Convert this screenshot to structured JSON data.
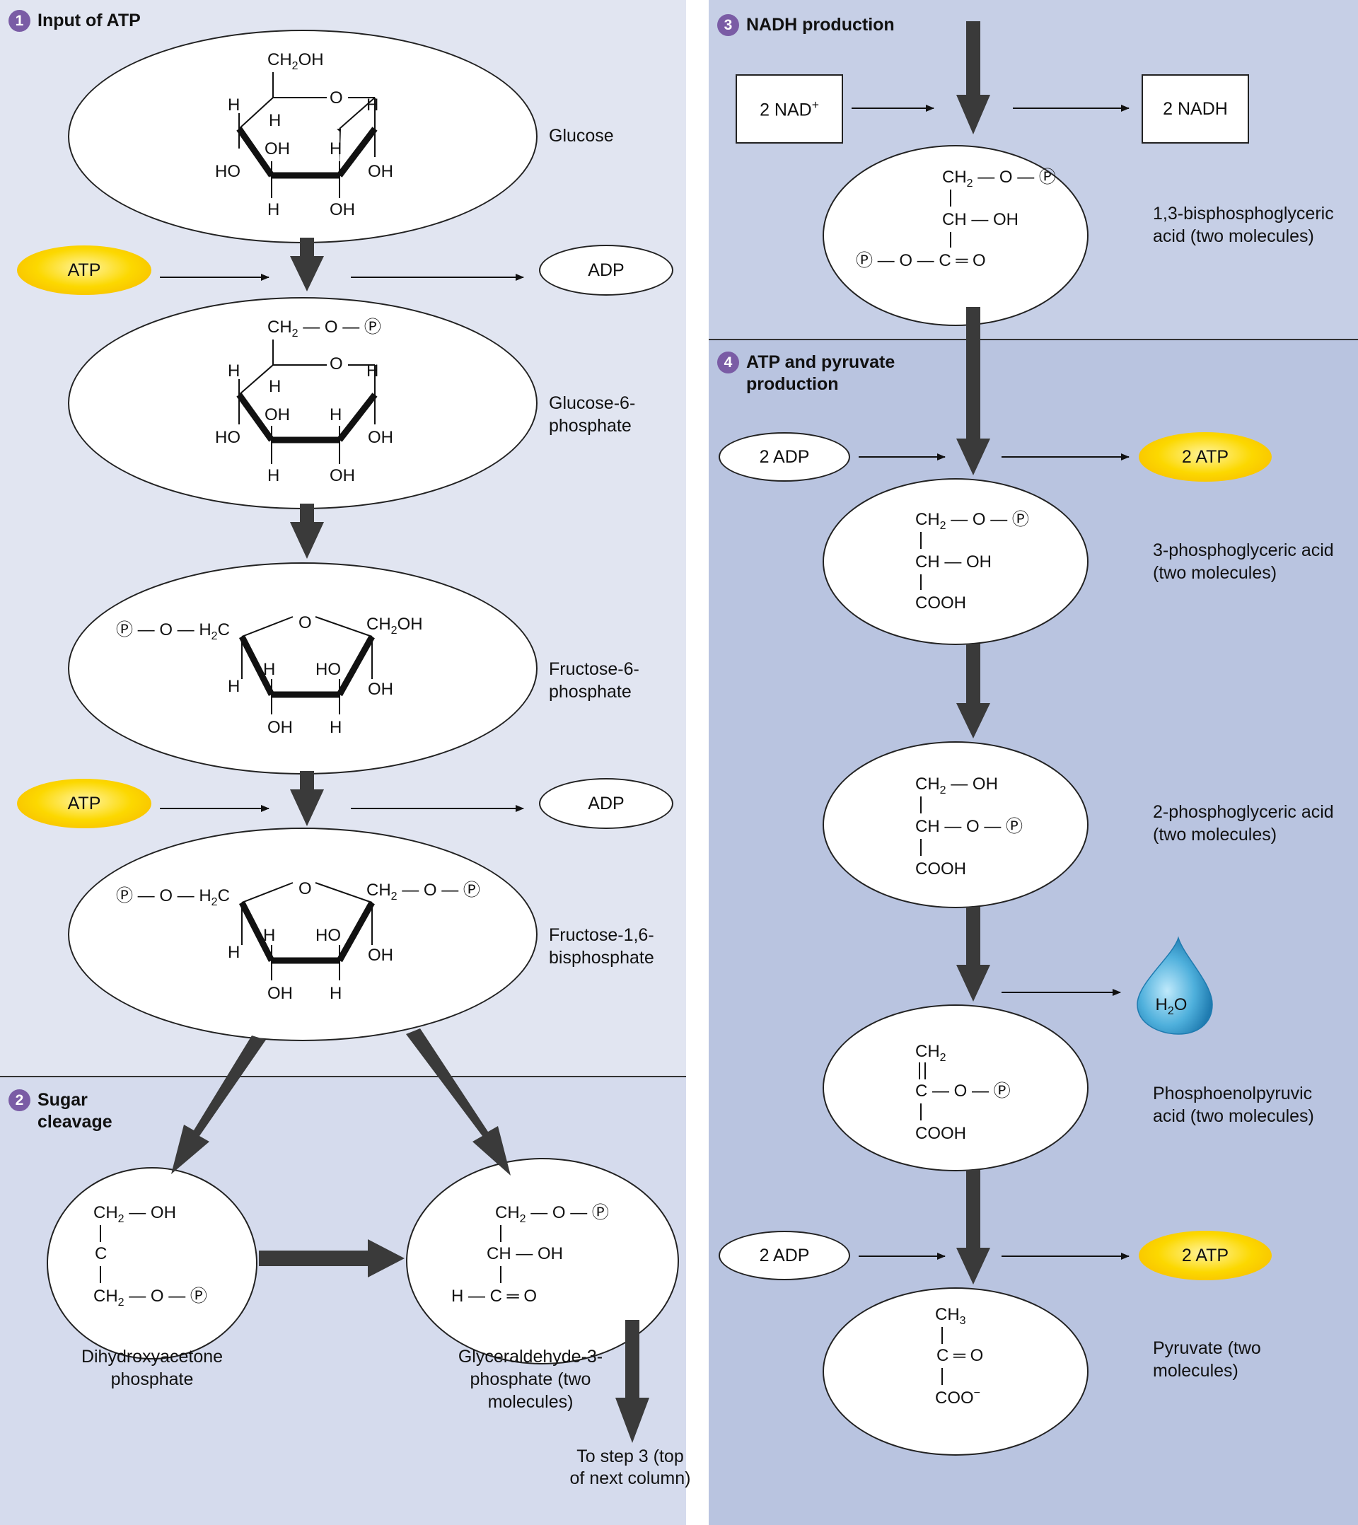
{
  "steps": {
    "s1": {
      "num": "1",
      "title": "Input of ATP"
    },
    "s2": {
      "num": "2",
      "title": "Sugar cleavage"
    },
    "s3": {
      "num": "3",
      "title": "NADH production"
    },
    "s4": {
      "num": "4",
      "title": "ATP and pyruvate production"
    }
  },
  "molecules": {
    "glucose": "Glucose",
    "g6p": "Glucose-6-phosphate",
    "f6p": "Fructose-6-phosphate",
    "f16bp": "Fructose-1,6-bisphosphate",
    "dhap": "Dihydroxyacetone phosphate",
    "g3p": "Glyceraldehyde-3-phosphate (two molecules)",
    "bpg": "1,3-bisphosphoglyceric acid (two molecules)",
    "pg3": "3-phosphoglyceric acid (two molecules)",
    "pg2": "2-phosphoglyceric acid (two molecules)",
    "pep": "Phosphoenolpyruvic acid (two molecules)",
    "pyruvate": "Pyruvate (two molecules)"
  },
  "cofactors": {
    "atp": "ATP",
    "adp": "ADP",
    "nad": "2 NAD+",
    "nadh": "2 NADH",
    "adp2": "2 ADP",
    "atp2": "2 ATP",
    "water": "H2O"
  },
  "to_step3": "To step 3 (top of next column)",
  "colors": {
    "panel1": "#e1e5f1",
    "panel2": "#d5dbed",
    "panel3": "#c6cfe6",
    "panel4": "#b9c4e0",
    "step_badge": "#7a5ca5",
    "atp_fill": "#fcd800",
    "water": "#4fb0dc",
    "arrow": "#3a3a3a"
  }
}
